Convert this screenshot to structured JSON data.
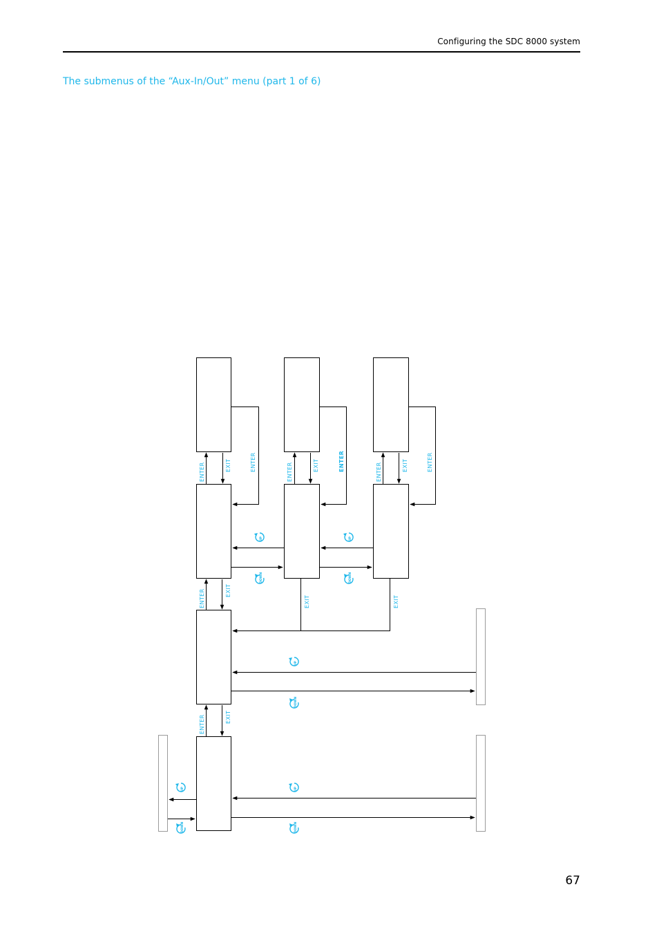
{
  "header": {
    "title": "Configuring the SDC 8000 system"
  },
  "section": {
    "title": "The submenus of the “Aux-In/Out” menu (part 1 of 6)"
  },
  "footer": {
    "page_number": "67"
  },
  "diagram": {
    "enter_label": "ENTER",
    "exit_label": "EXIT",
    "up_label": "UP",
    "down_label": "DOWN",
    "colors": {
      "accent": "#1fb7ea",
      "line": "#000000",
      "placeholder_border": "#9a9a9a"
    }
  }
}
